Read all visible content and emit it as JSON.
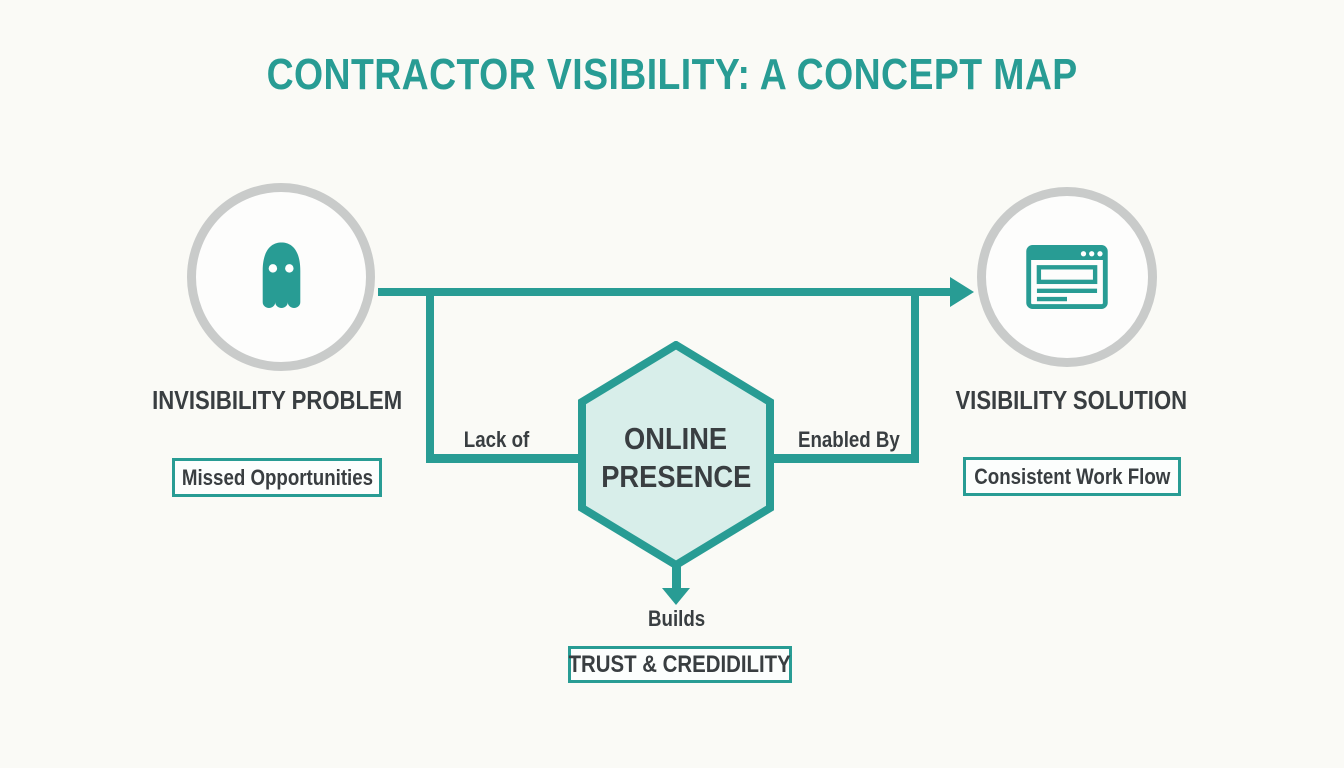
{
  "title": "CONTRACTOR VISIBILITY: A CONCEPT MAP",
  "colors": {
    "teal_accent": "#289c94",
    "dark_text": "#393e41",
    "circle_ring_gray": "#c9cbca",
    "hexagon_fill": "#d8eeea",
    "background": "#fafaf6",
    "box_background": "#fcfefd"
  },
  "nodes": {
    "problem": {
      "heading": "INVISIBILITY PROBLEM",
      "tag": "Missed Opportunities",
      "icon": "ghost-icon"
    },
    "solution": {
      "heading": "VISIBILITY SOLUTION",
      "tag": "Consistent Work Flow",
      "icon": "browser-window-icon"
    },
    "central": {
      "label_line1": "ONLINE",
      "label_line2": "PRESENCE"
    },
    "outcome": {
      "tag": "TRUST & CREDIDILITY"
    }
  },
  "connectors": {
    "problem_to_central_label": "Lack of",
    "central_to_solution_label": "Enabled By",
    "central_to_outcome_label": "Builds"
  }
}
